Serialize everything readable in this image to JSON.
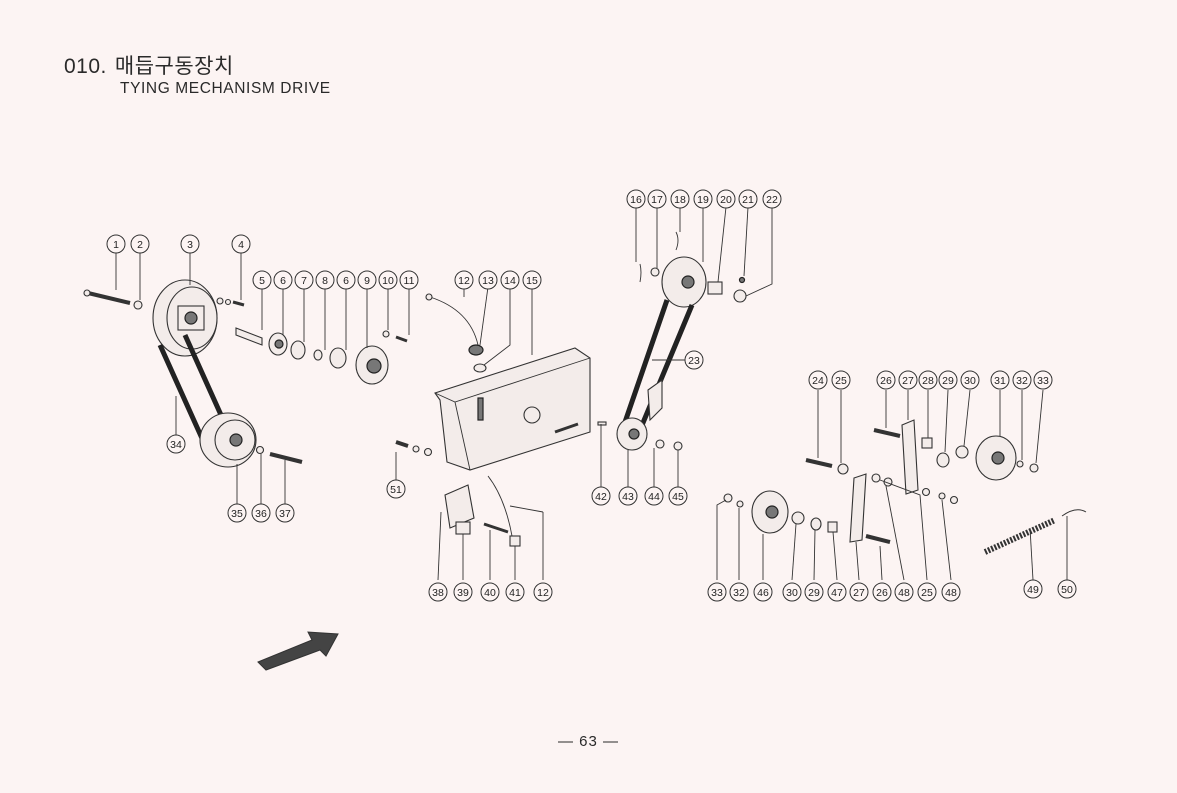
{
  "header": {
    "section_number": "010.",
    "title_korean": "매듭구동장치",
    "title_english": "TYING MECHANISM DRIVE"
  },
  "callouts": {
    "c1": "1",
    "c2": "2",
    "c3": "3",
    "c4": "4",
    "c5": "5",
    "c6": "6",
    "c7": "7",
    "c8": "8",
    "c6b": "6",
    "c9": "9",
    "c10": "10",
    "c11": "11",
    "c12": "12",
    "c13": "13",
    "c14": "14",
    "c15": "15",
    "c16": "16",
    "c17": "17",
    "c18": "18",
    "c19": "19",
    "c20": "20",
    "c21": "21",
    "c22": "22",
    "c23": "23",
    "c24": "24",
    "c25": "25",
    "c26": "26",
    "c27": "27",
    "c28": "28",
    "c29": "29",
    "c30": "30",
    "c31": "31",
    "c32": "32",
    "c33": "33",
    "c34": "34",
    "c35": "35",
    "c36": "36",
    "c37": "37",
    "c51": "51",
    "c42": "42",
    "c43": "43",
    "c44": "44",
    "c45": "45",
    "c38": "38",
    "c39": "39",
    "c40": "40",
    "c41": "41",
    "c12b": "12",
    "c33b": "33",
    "c32b": "32",
    "c46": "46",
    "c30b": "30",
    "c29b": "29",
    "c47": "47",
    "c27b": "27",
    "c26b": "26",
    "c48": "48",
    "c25b": "25",
    "c48b": "48",
    "c49": "49",
    "c50": "50"
  },
  "footer": {
    "page_number": "— 63 —"
  }
}
